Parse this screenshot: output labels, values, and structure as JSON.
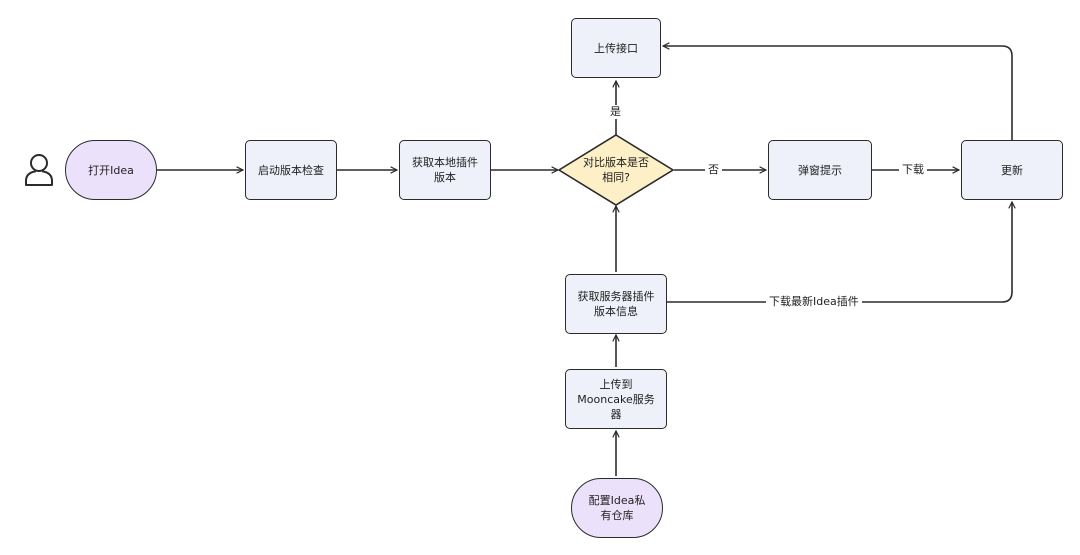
{
  "nodes": {
    "open_idea": "打开Idea",
    "start_check": "启动版本检查",
    "get_local": "获取本地插件版本",
    "compare": "对比版本是否相同?",
    "upload_api": "上传接口",
    "popup": "弹窗提示",
    "update": "更新",
    "get_server": "获取服务器插件版本信息",
    "upload_server": "上传到Mooncake服务器",
    "config_repo": "配置Idea私有仓库"
  },
  "edge_labels": {
    "yes": "是",
    "no": "否",
    "download": "下载",
    "download_latest": "下载最新Idea插件"
  },
  "icons": {
    "user": "user-icon"
  },
  "colors": {
    "box_fill": "#eef1fa",
    "pill_fill": "#ece1fa",
    "diamond_fill": "#fdf0c6",
    "stroke": "#2b2b2b"
  }
}
